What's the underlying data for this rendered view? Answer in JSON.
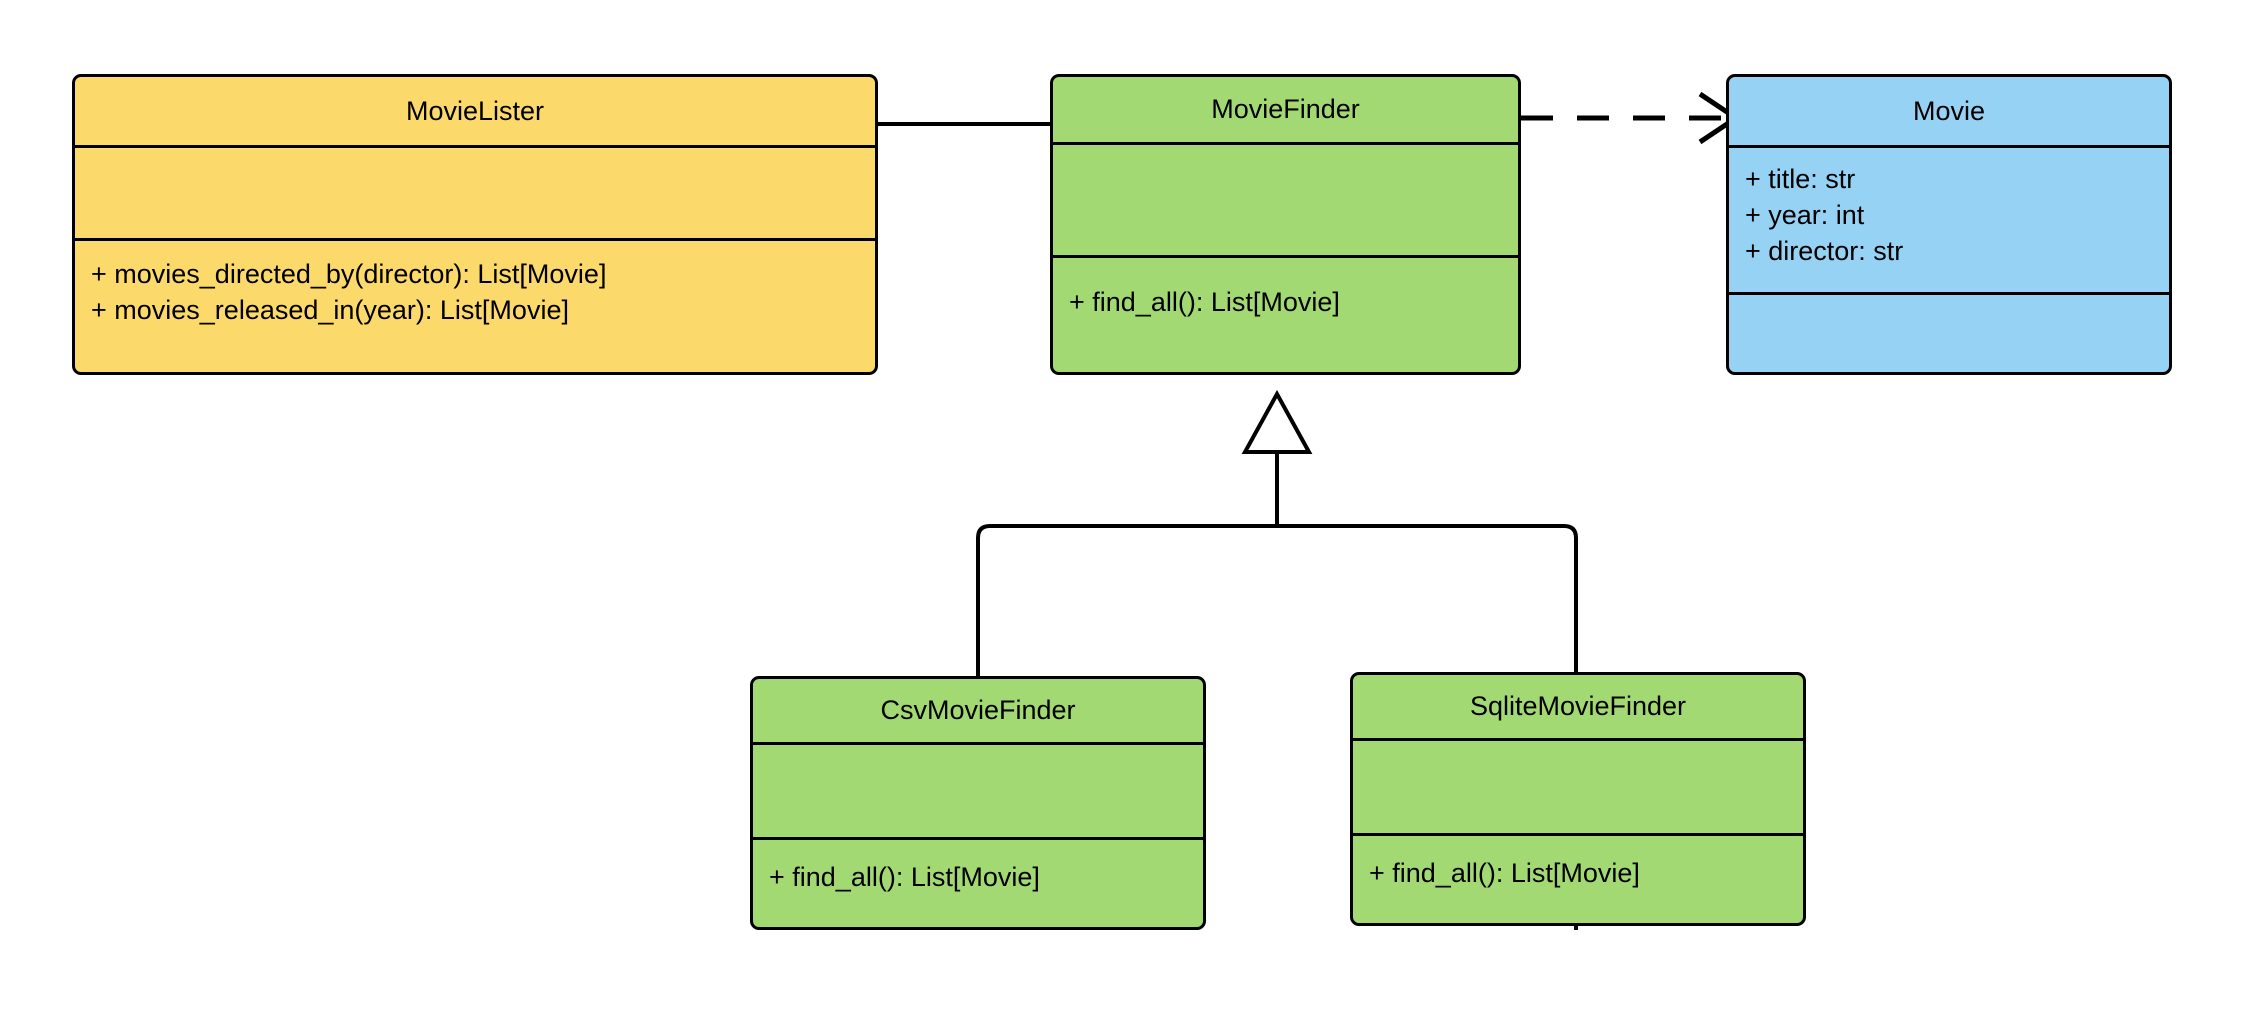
{
  "diagram": {
    "kind": "uml-class-diagram",
    "background": "#ffffff",
    "stroke": "#000000",
    "palette": {
      "yellow": "#fcd96b",
      "green": "#a2d973",
      "blue": "#95d2f4",
      "white": "#ffffff"
    }
  },
  "classes": {
    "movie_lister": {
      "name": "MovieLister",
      "fill": "#fcd96b",
      "attributes": [],
      "methods": [
        "+ movies_directed_by(director): List[Movie]",
        "+ movies_released_in(year): List[Movie]"
      ]
    },
    "movie_finder": {
      "name": "MovieFinder",
      "fill": "#a2d973",
      "attributes": [],
      "methods": [
        "+ find_all(): List[Movie]"
      ]
    },
    "movie": {
      "name": "Movie",
      "fill": "#95d2f4",
      "attributes": [
        "+ title: str",
        "+ year: int",
        "+ director: str"
      ],
      "methods": []
    },
    "csv_movie_finder": {
      "name": "CsvMovieFinder",
      "fill": "#a2d973",
      "attributes": [],
      "methods": [
        "+ find_all(): List[Movie]"
      ]
    },
    "sqlite_movie_finder": {
      "name": "SqliteMovieFinder",
      "fill": "#a2d973",
      "attributes": [],
      "methods": [
        "+ find_all(): List[Movie]"
      ]
    }
  },
  "relationships": [
    {
      "id": "lister-aggregates-finder",
      "type": "aggregation",
      "source": "MovieLister",
      "target": "MovieFinder",
      "marker": "hollow-diamond",
      "line": "solid"
    },
    {
      "id": "finder-depends-movie",
      "type": "dependency",
      "source": "MovieFinder",
      "target": "Movie",
      "marker": "open-arrow",
      "line": "dashed"
    },
    {
      "id": "csv-inherits-finder",
      "type": "generalization",
      "source": "CsvMovieFinder",
      "target": "MovieFinder",
      "marker": "hollow-triangle",
      "line": "solid"
    },
    {
      "id": "sqlite-inherits-finder",
      "type": "generalization",
      "source": "SqliteMovieFinder",
      "target": "MovieFinder",
      "marker": "hollow-triangle",
      "line": "solid"
    }
  ]
}
